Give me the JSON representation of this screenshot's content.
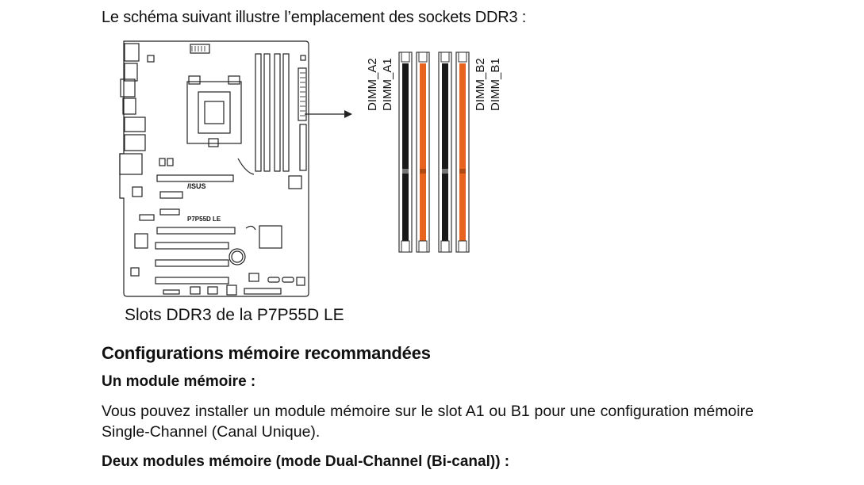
{
  "intro": "Le schéma suivant illustre l’emplacement des sockets DDR3 :",
  "board": {
    "brand": "/ISUS",
    "model": "P7P55D LE"
  },
  "dimm_labels": {
    "a2": "DIMM_A2",
    "a1": "DIMM_A1",
    "b2": "DIMM_B2",
    "b1": "DIMM_B1"
  },
  "caption": "Slots DDR3 de la P7P55D LE",
  "section_title": "Configurations mémoire recommandées",
  "one_module": {
    "heading": "Un module mémoire :",
    "text": "Vous pouvez installer un module mémoire sur le slot A1 ou B1 pour une configuration mémoire Single-Channel (Canal Unique)."
  },
  "two_modules": {
    "heading": "Deux modules mémoire (mode Dual-Channel (Bi-canal)) :"
  },
  "colors": {
    "slot_black": "#1a1a1a",
    "slot_orange": "#e8641e"
  }
}
